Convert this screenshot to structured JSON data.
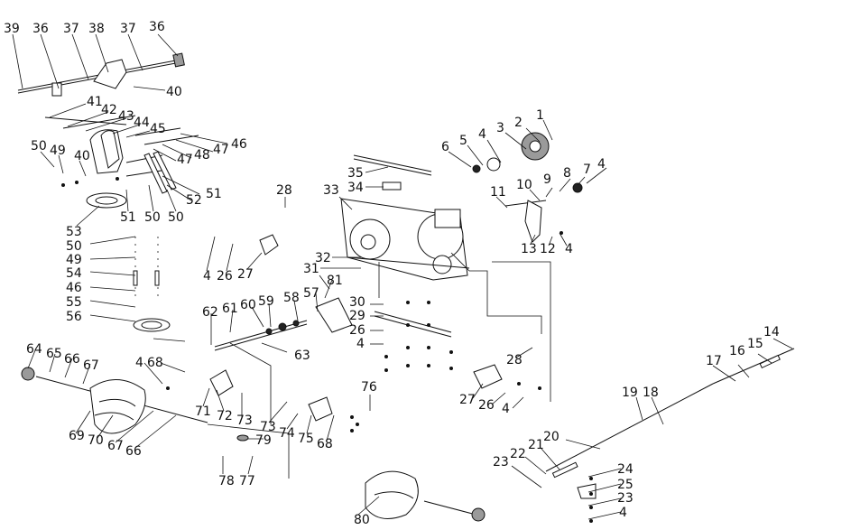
{
  "callouts": [
    "1",
    "2",
    "3",
    "4",
    "5",
    "6",
    "7",
    "8",
    "9",
    "10",
    "11",
    "12",
    "13",
    "14",
    "15",
    "16",
    "17",
    "18",
    "19",
    "20",
    "21",
    "22",
    "23",
    "24",
    "25",
    "26",
    "27",
    "28",
    "29",
    "30",
    "31",
    "32",
    "33",
    "34",
    "35",
    "36",
    "37",
    "38",
    "39",
    "40",
    "41",
    "42",
    "43",
    "44",
    "45",
    "46",
    "47",
    "48",
    "49",
    "50",
    "51",
    "52",
    "53",
    "54",
    "55",
    "56",
    "57",
    "58",
    "59",
    "60",
    "61",
    "62",
    "63",
    "64",
    "65",
    "66",
    "67",
    "68",
    "69",
    "70",
    "71",
    "72",
    "73",
    "74",
    "75",
    "76",
    "77",
    "78",
    "79",
    "80",
    "81"
  ],
  "colors": {
    "ink": "#111111",
    "background": "#ffffff"
  }
}
